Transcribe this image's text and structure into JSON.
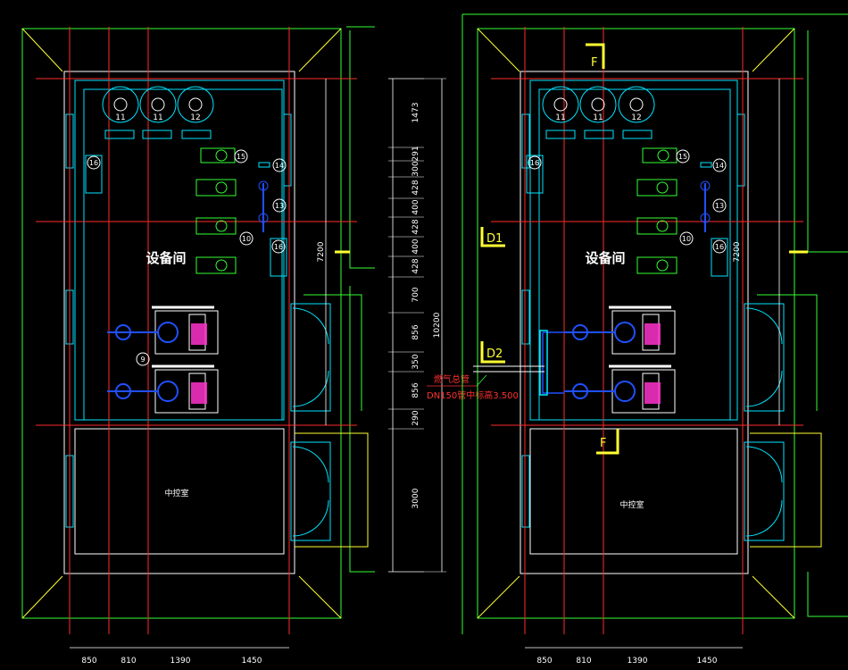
{
  "room_label_left": "设备间",
  "room_label_right": "设备间",
  "control_room_left": "中控室",
  "control_room_right": "中控室",
  "equipment_numbers": {
    "tank_a": "11",
    "tank_b": "11",
    "tank_c": "12",
    "n15": "15",
    "n14": "14",
    "n13": "13",
    "n10": "10",
    "n9": "9",
    "n16": "16"
  },
  "section_marks": {
    "f_top": "F",
    "f_bottom": "F",
    "d1": "D1",
    "d2": "D2"
  },
  "annotation": {
    "line1": "燃气总管",
    "line2": "DN150管中标高3.500"
  },
  "vertical_dims": {
    "overall": "10200",
    "room": "7200",
    "segments": [
      "1473",
      "291",
      "300",
      "428",
      "400",
      "428",
      "400",
      "428",
      "700",
      "856",
      "350",
      "856",
      "290",
      "3000"
    ]
  },
  "bottom_dims": {
    "left": [
      "850",
      "810",
      "1390",
      "1450"
    ],
    "right": [
      "850",
      "810",
      "1390",
      "1450"
    ]
  },
  "colors": {
    "wall_cyan": "#00e5ff",
    "outline_green": "#33ff33",
    "axis_red": "#ff2a2a",
    "door_yellow": "#ffff33",
    "blue_equip": "#2050ff",
    "magenta_equip": "#ff33cc"
  }
}
